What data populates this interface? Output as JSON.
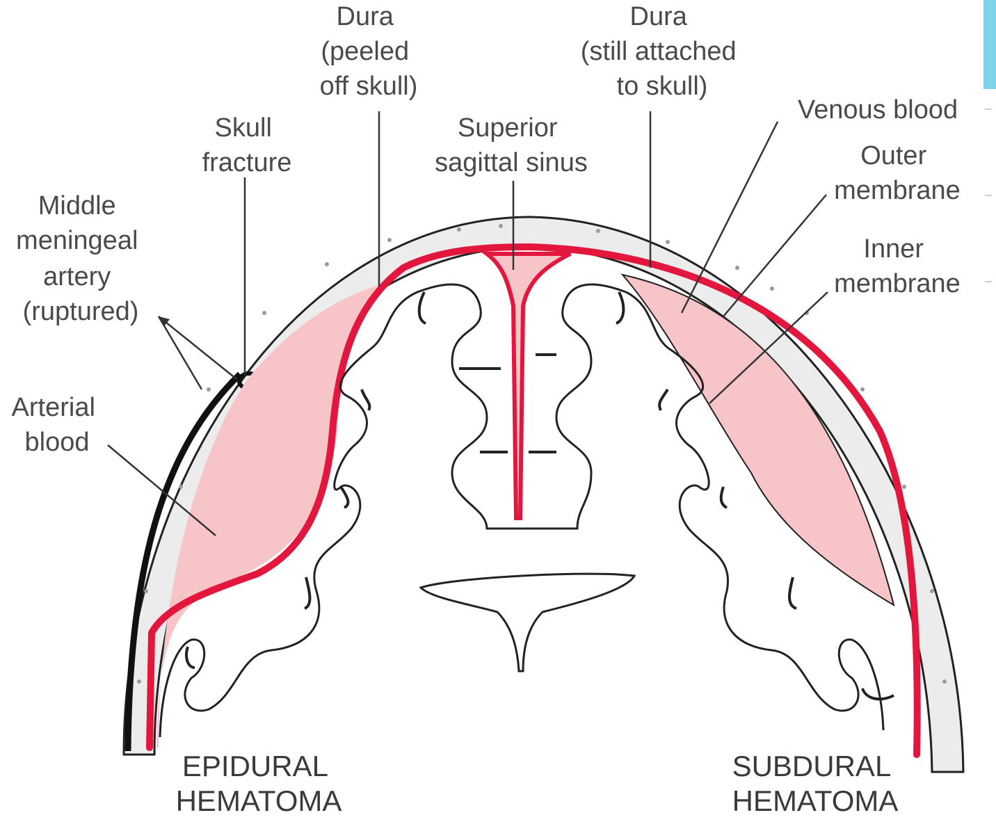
{
  "labels": {
    "dura_peeled": [
      "Dura",
      "(peeled",
      "off skull)"
    ],
    "dura_attached": [
      "Dura",
      "(still attached",
      "to skull)"
    ],
    "skull_fracture": [
      "Skull",
      "fracture"
    ],
    "superior_sagittal_sinus": [
      "Superior",
      "sagittal sinus"
    ],
    "venous_blood": [
      "Venous blood"
    ],
    "outer_membrane": [
      "Outer",
      "membrane"
    ],
    "inner_membrane": [
      "Inner",
      "membrane"
    ],
    "middle_meningeal_artery": [
      "Middle",
      "meningeal",
      "artery",
      "(ruptured)"
    ],
    "arterial_blood": [
      "Arterial",
      "blood"
    ],
    "epidural_hematoma": [
      "EPIDURAL",
      "HEMATOMA"
    ],
    "subdural_hematoma": [
      "SUBDURAL",
      "HEMATOMA"
    ]
  },
  "colors": {
    "dura": "#e3173e",
    "blood_fill": "#f7c4c8",
    "outline": "#222222",
    "bone_fill": "#ececec",
    "label": "#4a4a4a"
  }
}
